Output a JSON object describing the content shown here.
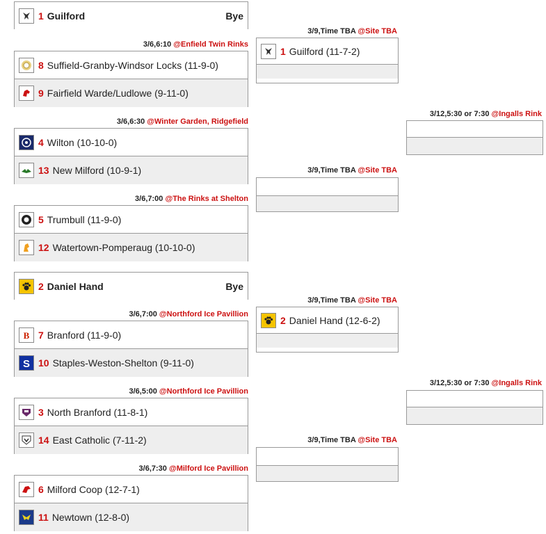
{
  "round1": [
    {
      "type": "bye",
      "seed": "1",
      "name": "Guilford",
      "bye_label": "Bye",
      "logo": "donkey-icon"
    },
    {
      "header": {
        "date": "3/6,6:10",
        "venue": "@Enfield Twin Rinks"
      },
      "top": {
        "seed": "8",
        "name": "Suffield-Granby-Windsor Locks (11-9-0)",
        "logo": "seal-icon"
      },
      "bot": {
        "seed": "9",
        "name": "Fairfield Warde/Ludlowe (9-11-0)",
        "logo": "mustang-icon"
      }
    },
    {
      "header": {
        "date": "3/6,6:30",
        "venue": "@Winter Garden, Ridgefield"
      },
      "top": {
        "seed": "4",
        "name": "Wilton (10-10-0)",
        "logo": "wilton-crest-icon"
      },
      "bot": {
        "seed": "13",
        "name": "New Milford (10-9-1)",
        "logo": "hawk-icon"
      }
    },
    {
      "header": {
        "date": "3/6,7:00",
        "venue": "@The Rinks at Shelton"
      },
      "top": {
        "seed": "5",
        "name": "Trumbull (11-9-0)",
        "logo": "eagle-circle-icon"
      },
      "bot": {
        "seed": "12",
        "name": "Watertown-Pomperaug (10-10-0)",
        "logo": "warrior-icon"
      }
    },
    {
      "type": "bye",
      "seed": "2",
      "name": "Daniel Hand",
      "bye_label": "Bye",
      "logo": "paw-icon"
    },
    {
      "header": {
        "date": "3/6,7:00",
        "venue": "@Northford Ice Pavillion"
      },
      "top": {
        "seed": "7",
        "name": "Branford (11-9-0)",
        "logo": "letter-b-icon"
      },
      "bot": {
        "seed": "10",
        "name": "Staples-Weston-Shelton (9-11-0)",
        "logo": "letter-s-icon"
      }
    },
    {
      "header": {
        "date": "3/6,5:00",
        "venue": "@Northford Ice Pavillion"
      },
      "top": {
        "seed": "3",
        "name": "North Branford (11-8-1)",
        "logo": "shield-icon"
      },
      "bot": {
        "seed": "14",
        "name": "East Catholic (7-11-2)",
        "logo": "eagle-shield-icon"
      }
    },
    {
      "header": {
        "date": "3/6,7:30",
        "venue": "@Milford Ice Pavillion"
      },
      "top": {
        "seed": "6",
        "name": "Milford Coop (12-7-1)",
        "logo": "bird-icon"
      },
      "bot": {
        "seed": "11",
        "name": "Newtown (12-8-0)",
        "logo": "nighthawk-icon"
      }
    }
  ],
  "round2": [
    {
      "header": {
        "date": "3/9,Time TBA",
        "venue": "@Site TBA"
      },
      "top": {
        "seed": "1",
        "name": "Guilford (11-7-2)",
        "logo": "donkey-icon"
      }
    },
    {
      "header": {
        "date": "3/9,Time TBA",
        "venue": "@Site TBA"
      }
    },
    {
      "header": {
        "date": "3/9,Time TBA",
        "venue": "@Site TBA"
      },
      "top": {
        "seed": "2",
        "name": "Daniel Hand (12-6-2)",
        "logo": "paw-icon"
      }
    },
    {
      "header": {
        "date": "3/9,Time TBA",
        "venue": "@Site TBA"
      }
    }
  ],
  "round3": [
    {
      "header": {
        "date": "3/12,5:30 or 7:30",
        "venue": "@Ingalls Rink"
      }
    },
    {
      "header": {
        "date": "3/12,5:30 or 7:30",
        "venue": "@Ingalls Rink"
      }
    }
  ],
  "colors": {
    "seed": "#cc1111",
    "venue": "#cc1111",
    "alt_row": "#eeeeee",
    "border": "#999999"
  }
}
